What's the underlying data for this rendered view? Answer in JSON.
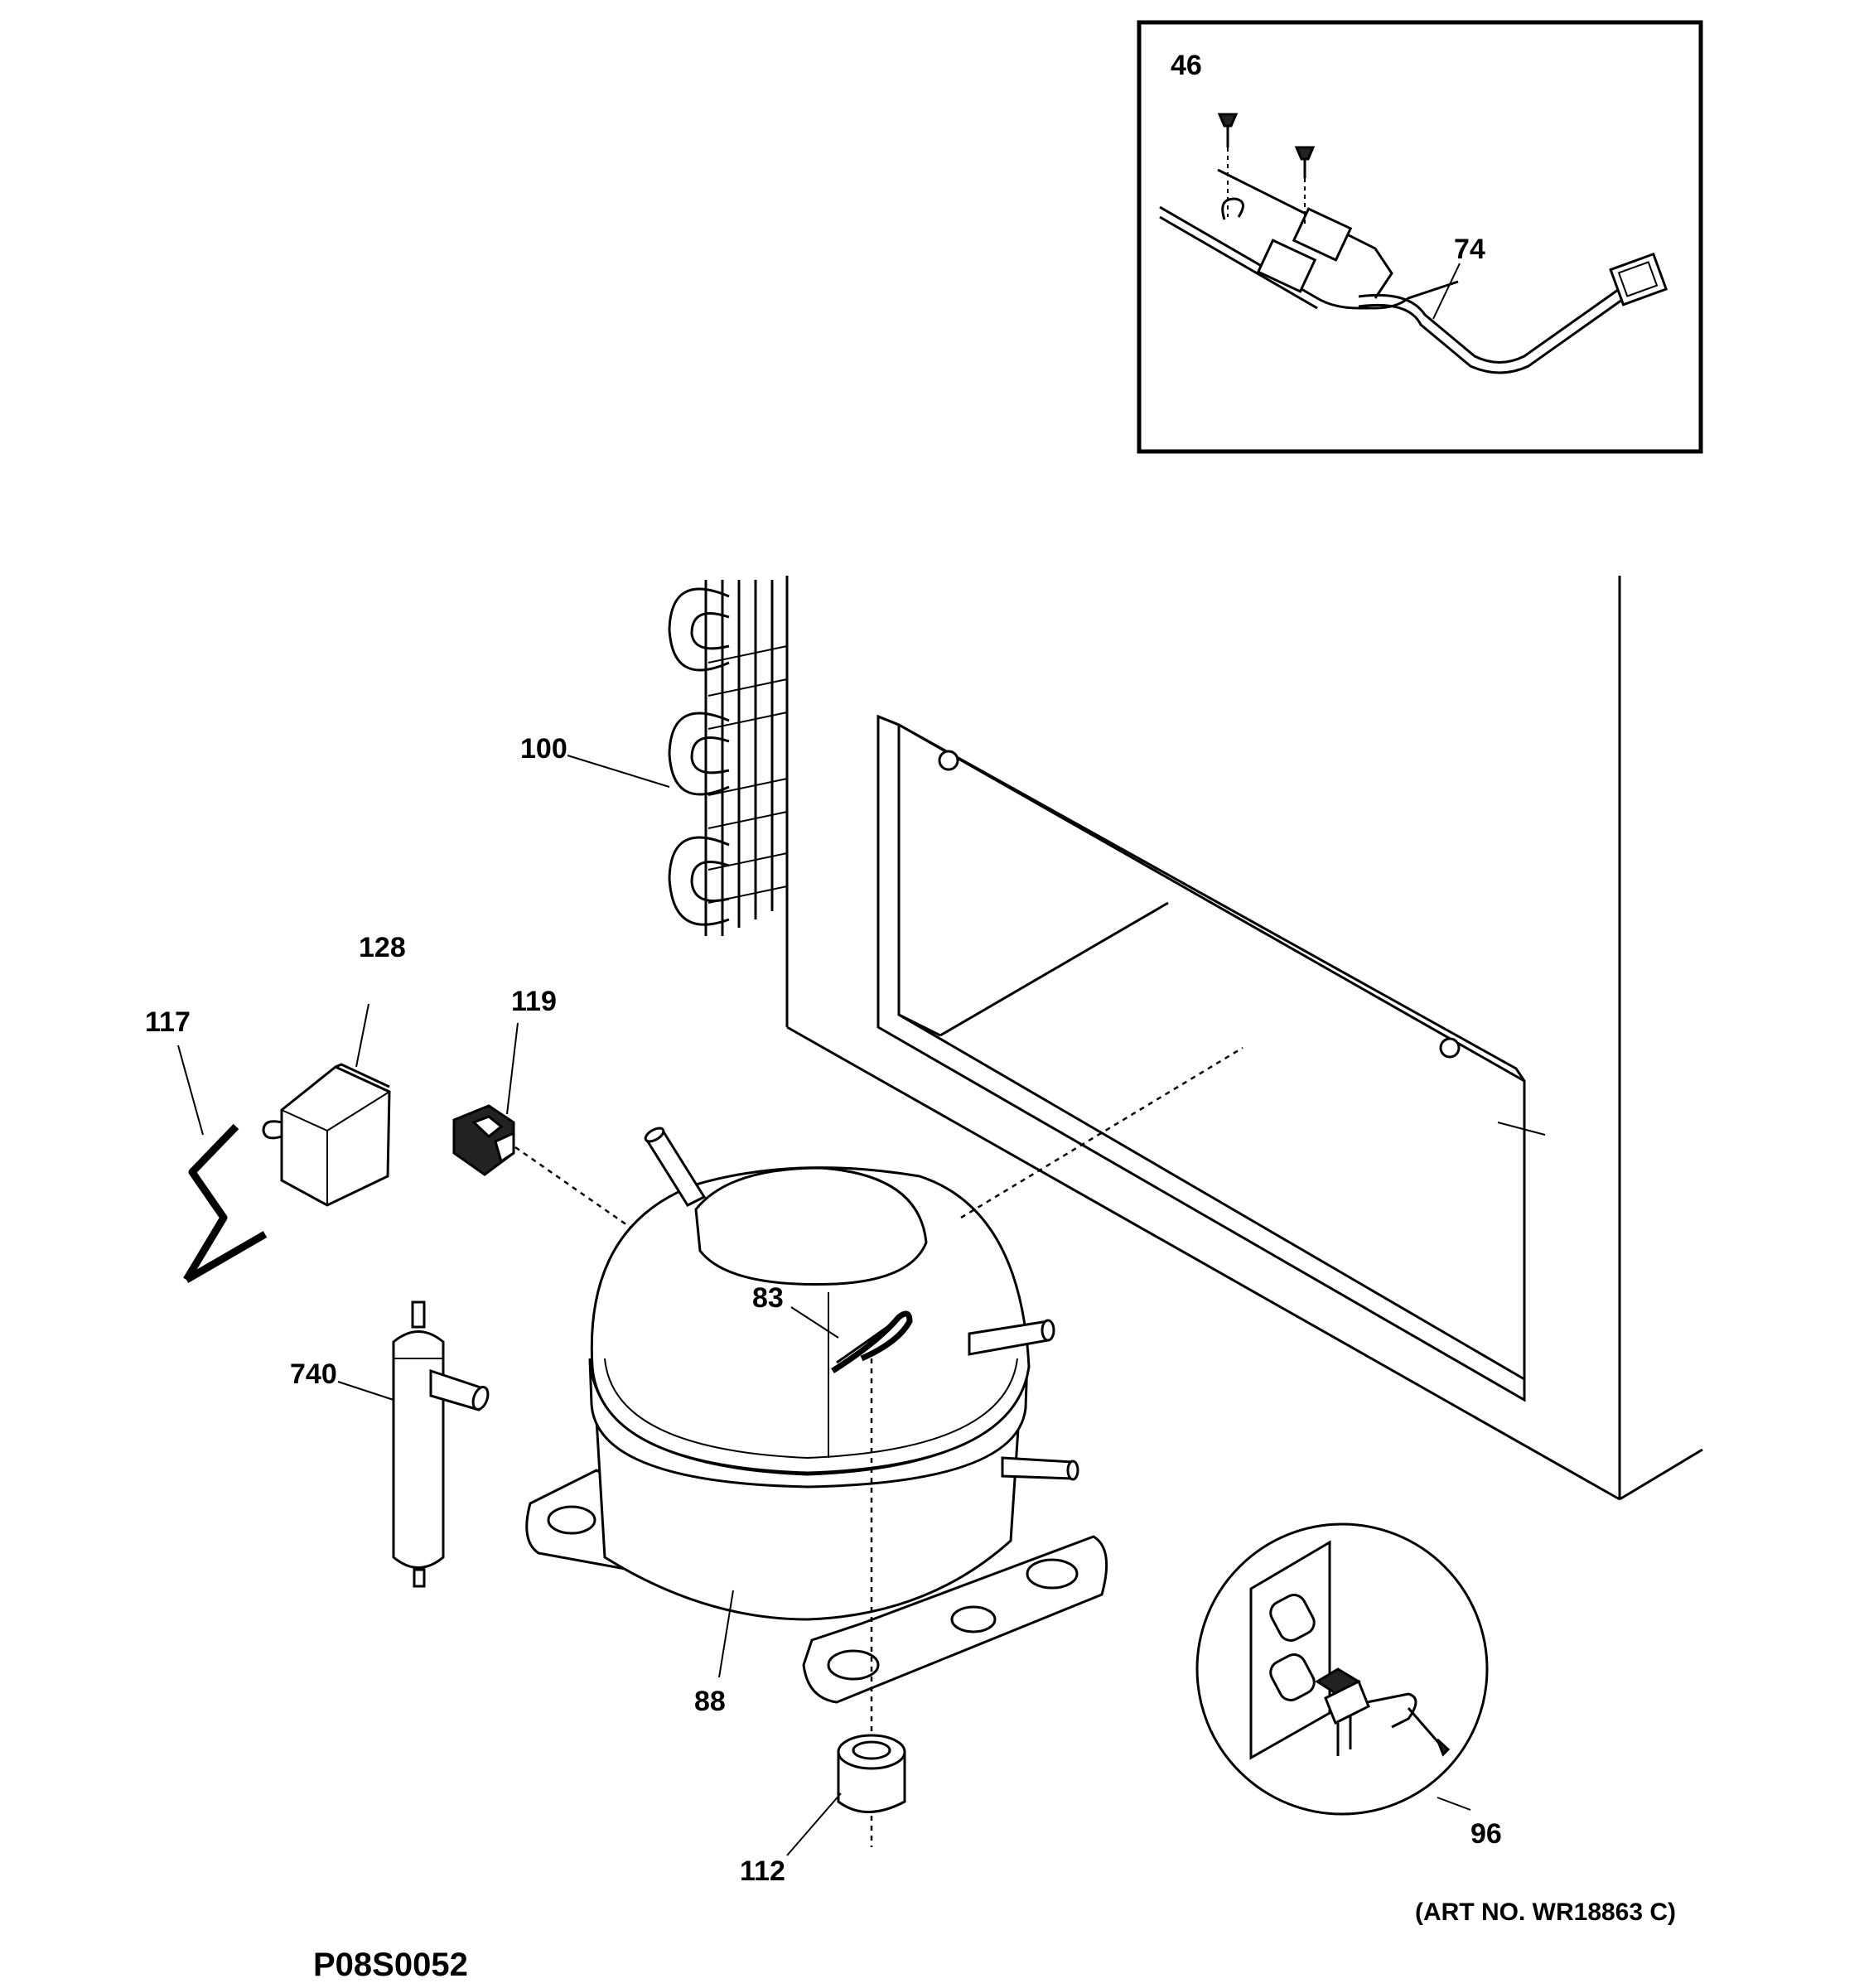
{
  "diagram": {
    "callouts": {
      "p46": "46",
      "p74": "74",
      "p100": "100",
      "p128": "128",
      "p117": "117",
      "p119": "119",
      "p83": "83",
      "p740": "740",
      "p88": "88",
      "p112": "112",
      "p96": "96"
    },
    "art_number": "(ART NO. WR18863 C)",
    "page_code": "P08S0052"
  }
}
